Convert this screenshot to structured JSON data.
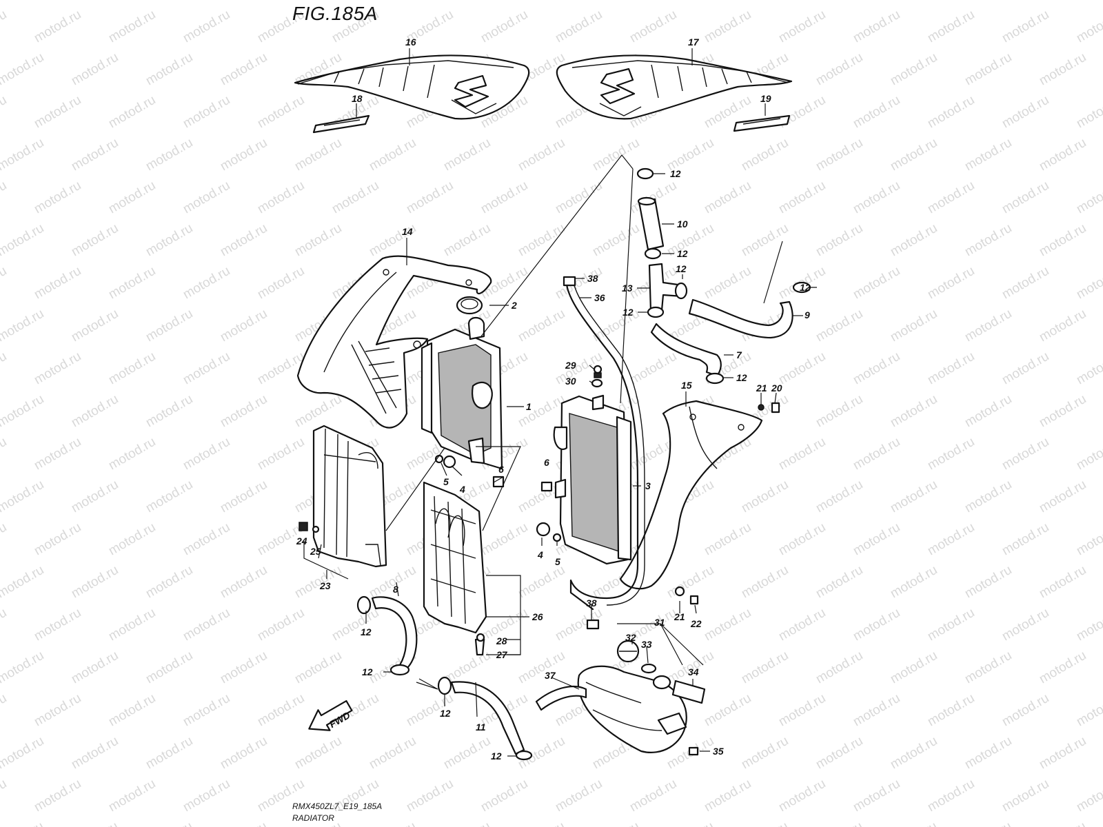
{
  "figure": {
    "title": "FIG.185A",
    "code": "RMX450ZL7_E19_185A",
    "name": "RADIATOR"
  },
  "watermark": {
    "text": "motod.ru",
    "color": "#d8d8d8"
  },
  "fwd_label": "FWD",
  "callouts": [
    "16",
    "17",
    "18",
    "19",
    "12",
    "10",
    "12",
    "12",
    "13",
    "12",
    "9",
    "14",
    "38",
    "36",
    "2",
    "12",
    "7",
    "12",
    "29",
    "30",
    "1",
    "21",
    "20",
    "15",
    "6",
    "5",
    "4",
    "6",
    "3",
    "24",
    "25",
    "23",
    "4",
    "5",
    "8",
    "26",
    "38",
    "21",
    "22",
    "12",
    "31",
    "32",
    "33",
    "28",
    "27",
    "34",
    "12",
    "37",
    "12",
    "11",
    "12",
    "35"
  ]
}
